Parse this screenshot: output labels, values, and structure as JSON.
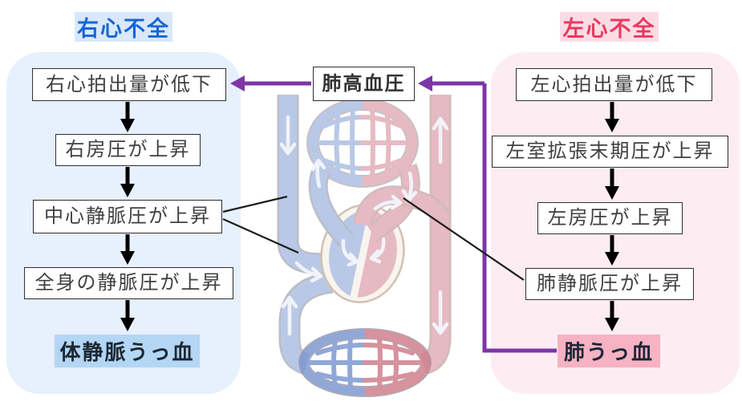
{
  "right_heart_failure": {
    "title": "右心不全",
    "steps": [
      "右心拍出量が低下",
      "右房圧が上昇",
      "中心静脈圧が上昇",
      "全身の静脈圧が上昇"
    ],
    "outcome": "体静脈うっ血"
  },
  "center": {
    "label": "肺高血圧"
  },
  "left_heart_failure": {
    "title": "左心不全",
    "steps": [
      "左心拍出量が低下",
      "左室拡張末期圧が上昇",
      "左房圧が上昇",
      "肺静脈圧が上昇"
    ],
    "outcome": "肺うっ血"
  },
  "illustration": {
    "name": "pulmonary-and-systemic-circulation",
    "parts": [
      "lung-capillaries",
      "heart",
      "body-capillaries",
      "vena-cava",
      "aorta",
      "pulmonary-artery",
      "pulmonary-vein"
    ]
  },
  "colors": {
    "right_hf_title_text": "#1766d3",
    "right_hf_title_bg": "#d9e8fb",
    "right_hf_panel_bg": "#e7f0fd",
    "right_hf_outcome_bg": "#b3d6f4",
    "left_hf_title_text": "#e9395f",
    "left_hf_title_bg": "#fcdce4",
    "left_hf_panel_bg": "#fdedf2",
    "left_hf_outcome_bg": "#f7b2c3",
    "purple_connector": "#7d35a8",
    "flow_arrow": "#000000",
    "vein_blue": "#8fa7d7",
    "artery_red": "#d8919e"
  }
}
